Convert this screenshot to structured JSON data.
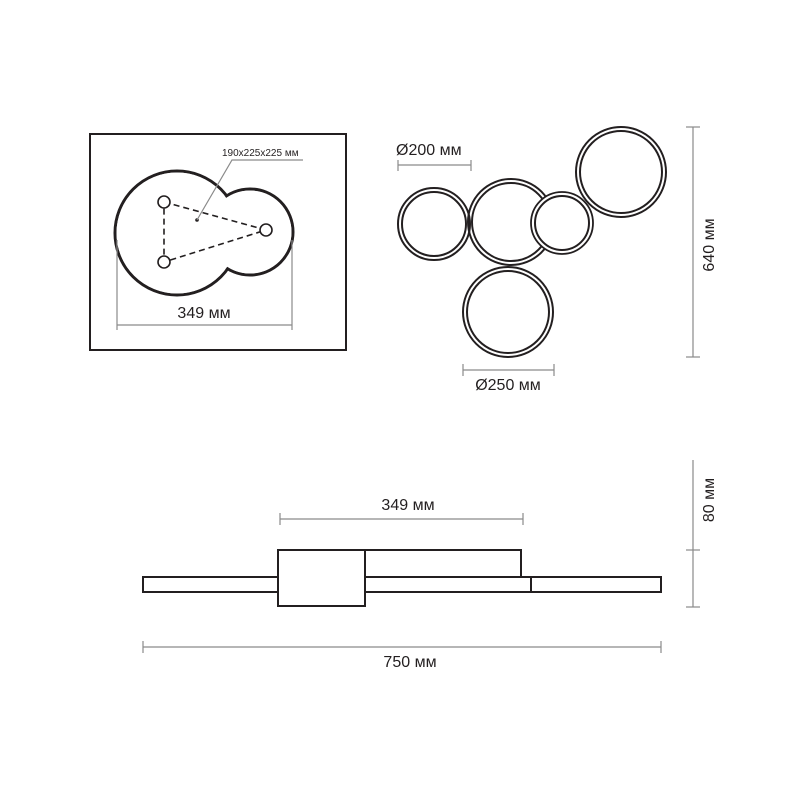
{
  "top_view": {
    "mount_pattern_label": "190x225x225 мм",
    "width_label": "349 мм"
  },
  "front_view": {
    "small_ring_label": "Ø200 мм",
    "large_ring_label": "Ø250 мм",
    "height_label": "640 мм"
  },
  "side_view": {
    "base_width_label": "349 мм",
    "total_length_label": "750 мм",
    "depth_label": "80 мм"
  },
  "colors": {
    "ink": "#231f20",
    "dimension": "#8a8a8a"
  }
}
